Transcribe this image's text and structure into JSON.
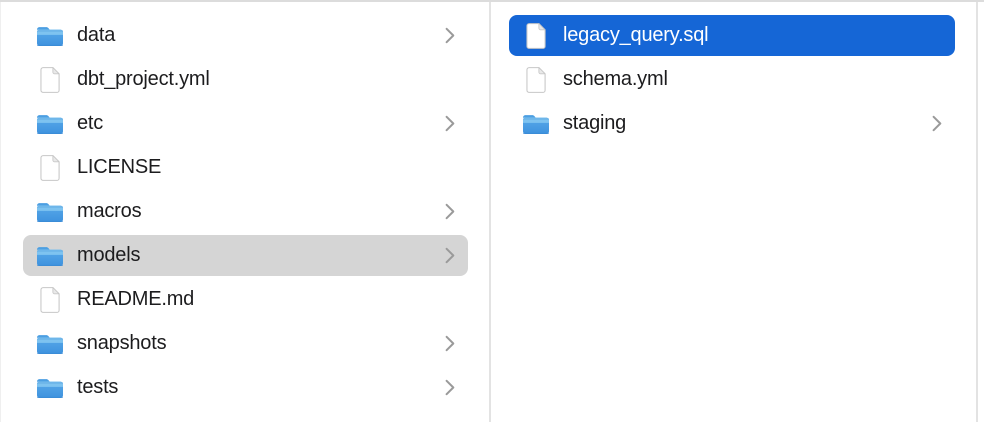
{
  "view": "finder-column-browser",
  "colors": {
    "selection_blue": "#1566d6",
    "selection_gray": "#d5d5d5",
    "text": "#1c1c1e",
    "text_selected": "#ffffff",
    "chevron": "#9a9a9a",
    "divider": "#e3e3e3",
    "folder_blue": "#55a8e8"
  },
  "columns": [
    {
      "id": "left",
      "items": [
        {
          "label": "data",
          "type": "folder",
          "expandable": true,
          "selected": false
        },
        {
          "label": "dbt_project.yml",
          "type": "file",
          "expandable": false,
          "selected": false
        },
        {
          "label": "etc",
          "type": "folder",
          "expandable": true,
          "selected": false
        },
        {
          "label": "LICENSE",
          "type": "file",
          "expandable": false,
          "selected": false
        },
        {
          "label": "macros",
          "type": "folder",
          "expandable": true,
          "selected": false
        },
        {
          "label": "models",
          "type": "folder",
          "expandable": true,
          "selected": true,
          "selection_style": "inactive-gray"
        },
        {
          "label": "README.md",
          "type": "file",
          "expandable": false,
          "selected": false
        },
        {
          "label": "snapshots",
          "type": "folder",
          "expandable": true,
          "selected": false
        },
        {
          "label": "tests",
          "type": "folder",
          "expandable": true,
          "selected": false
        }
      ]
    },
    {
      "id": "right",
      "items": [
        {
          "label": "legacy_query.sql",
          "type": "file",
          "expandable": false,
          "selected": true,
          "selection_style": "active-blue"
        },
        {
          "label": "schema.yml",
          "type": "file",
          "expandable": false,
          "selected": false
        },
        {
          "label": "staging",
          "type": "folder",
          "expandable": true,
          "selected": false
        }
      ]
    }
  ]
}
